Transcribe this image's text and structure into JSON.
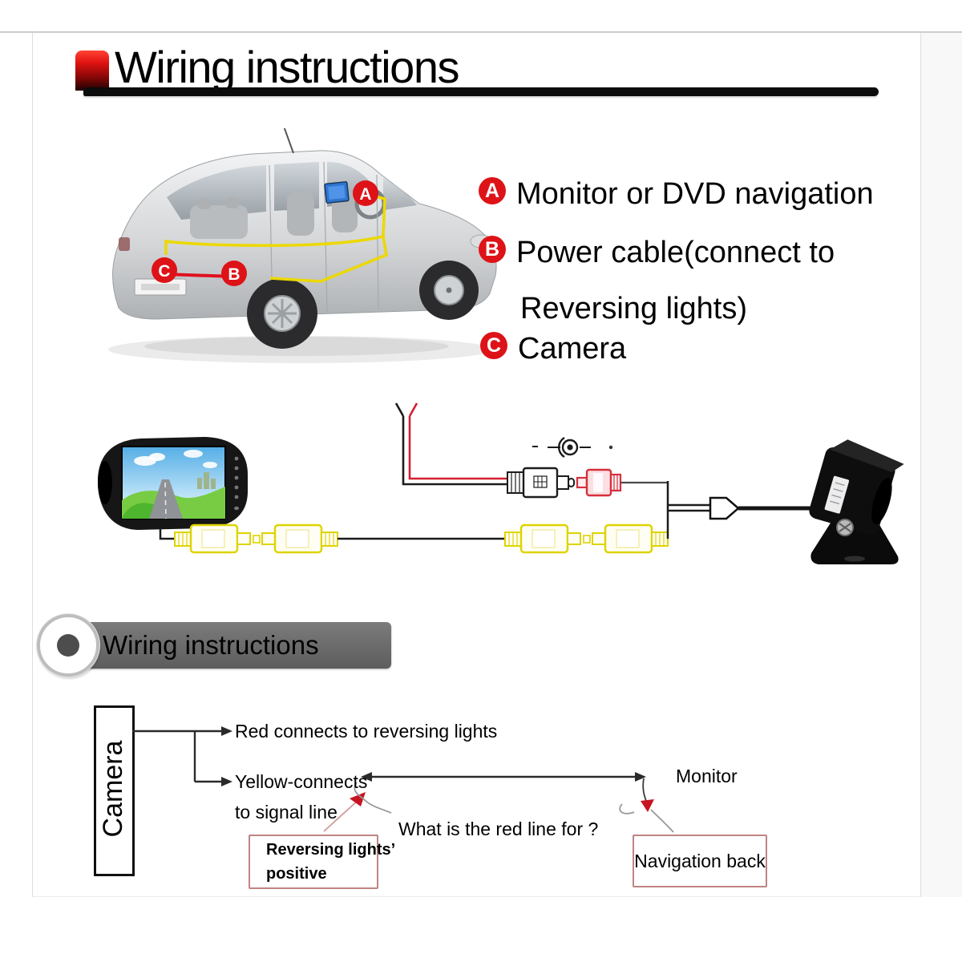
{
  "header": {
    "title": "Wiring instructions"
  },
  "legend": {
    "items": [
      {
        "letter": "A",
        "text": "Monitor or DVD navigation"
      },
      {
        "letter": "B",
        "text": "Power cable(connect to",
        "text2": "Reversing lights)"
      },
      {
        "letter": "C",
        "text": "Camera"
      }
    ]
  },
  "car": {
    "marker_a": "A",
    "marker_b": "B",
    "marker_c": "C"
  },
  "banner": {
    "title": "Wiring instructions"
  },
  "bottom": {
    "camera_box_label": "Camera",
    "red_wire_label": "Red connects to reversing lights",
    "yellow_wire_label_line1": "Yellow-connects",
    "yellow_wire_label_line2": "to signal line",
    "question_label": "What is the red line for ?",
    "monitor_label": "Monitor",
    "reversing_box_line1": "Reversing lights’",
    "reversing_box_line2": "positive",
    "navigation_box_label": "Navigation back"
  },
  "colors": {
    "accent_red": "#dd1318",
    "banner_gray": "#6a6a6a",
    "wire_yellow": "#ded400",
    "wire_red": "#d42030",
    "wire_black": "#1a1a1a",
    "box_border_pink": "#c08484"
  }
}
